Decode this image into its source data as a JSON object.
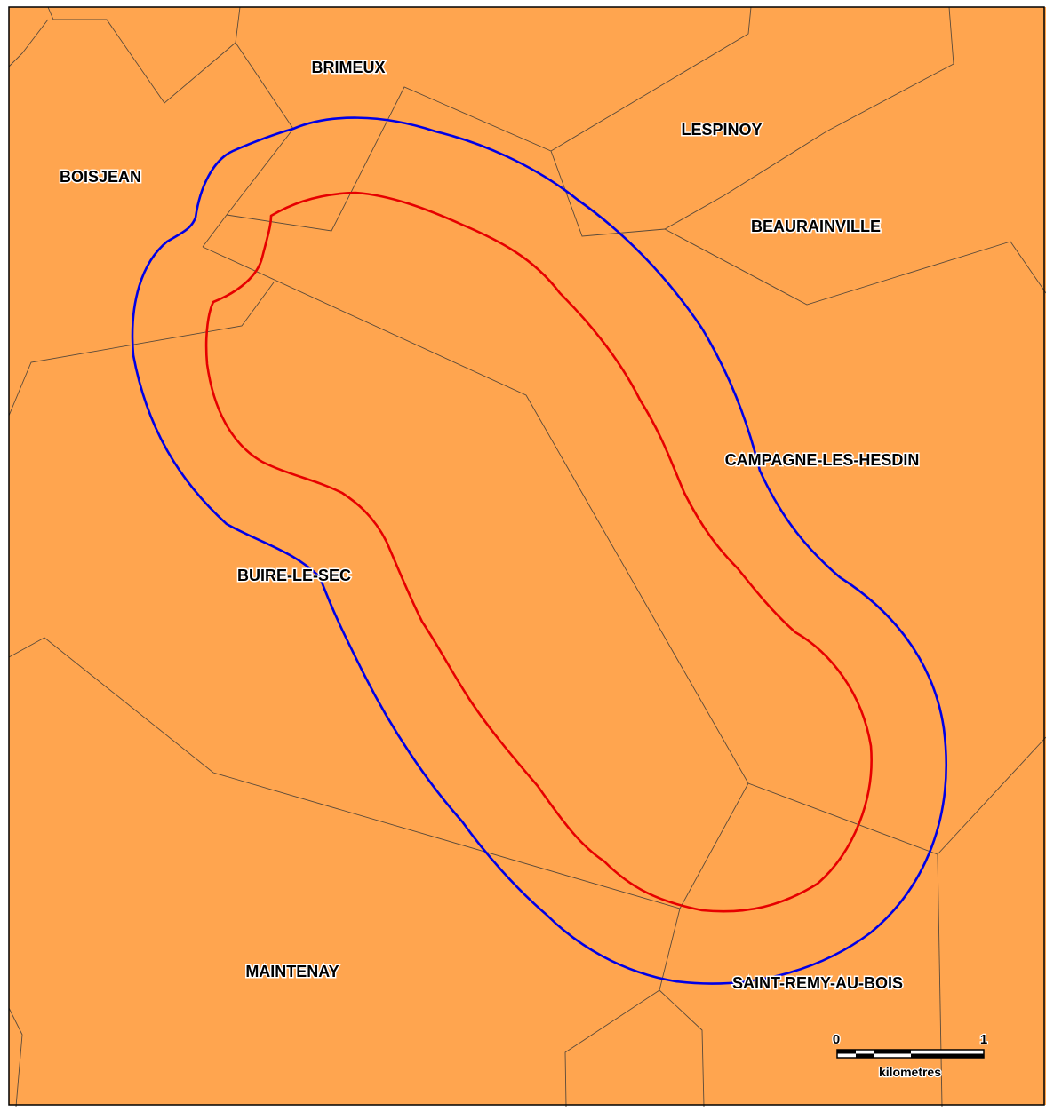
{
  "colors": {
    "land": "#FFA54F",
    "outer_zone": "#0000E6",
    "inner_zone": "#E60000",
    "boundary": "#5A4A3A",
    "frame": "#000000"
  },
  "communes": [
    {
      "id": "brimeux",
      "label": "BRIMEUX"
    },
    {
      "id": "lespinoy",
      "label": "LESPINOY"
    },
    {
      "id": "boisjean",
      "label": "BOISJEAN"
    },
    {
      "id": "beaurainville",
      "label": "BEAURAINVILLE"
    },
    {
      "id": "campagne",
      "label": "CAMPAGNE-LES-HESDIN"
    },
    {
      "id": "buire",
      "label": "BUIRE-LE-SEC"
    },
    {
      "id": "maintenay",
      "label": "MAINTENAY"
    },
    {
      "id": "saint-remy",
      "label": "SAINT-REMY-AU-BOIS"
    }
  ],
  "scale_bar": {
    "start_label": "0",
    "end_label": "1",
    "unit_label": "kilometres"
  }
}
